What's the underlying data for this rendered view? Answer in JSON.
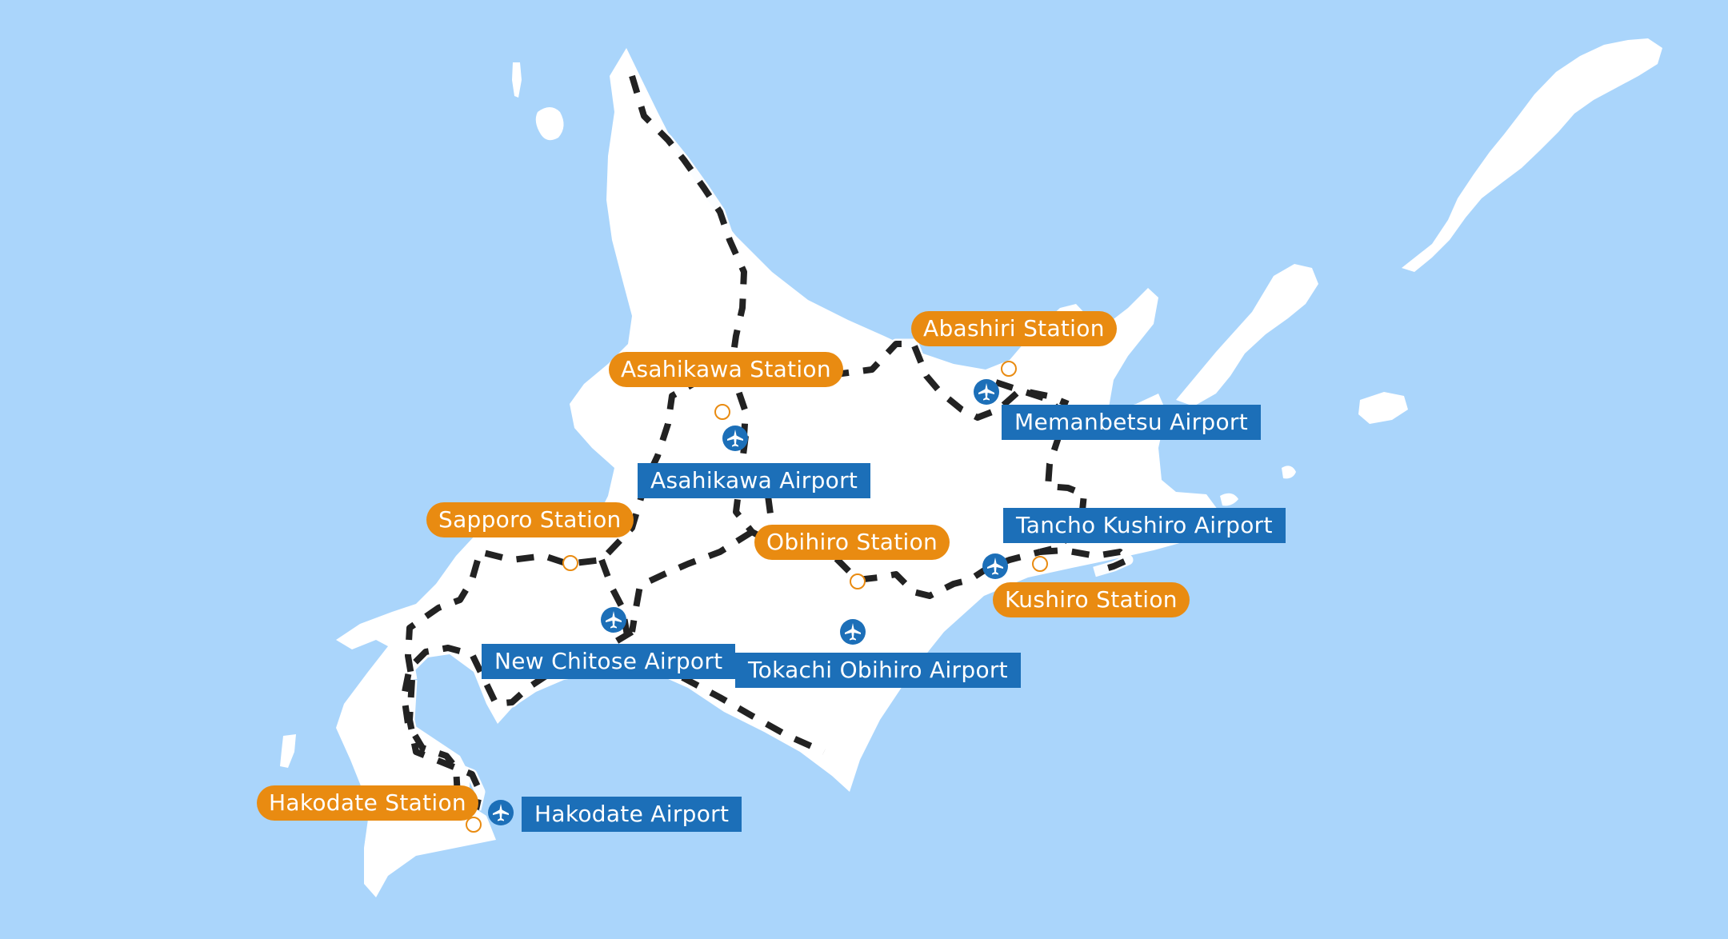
{
  "map": {
    "colors": {
      "sea": "#aad5fb",
      "land": "#ffffff",
      "station": "#e98b11",
      "airport": "#1c6fb8",
      "rail_dark": "#222222"
    },
    "stations": [
      {
        "id": "abashiri",
        "label": "Abashiri Station"
      },
      {
        "id": "asahikawa",
        "label": "Asahikawa Station"
      },
      {
        "id": "sapporo",
        "label": "Sapporo Station"
      },
      {
        "id": "obihiro",
        "label": "Obihiro Station"
      },
      {
        "id": "kushiro",
        "label": "Kushiro Station"
      },
      {
        "id": "hakodate",
        "label": "Hakodate Station"
      }
    ],
    "airports": [
      {
        "id": "memanbetsu",
        "label": "Memanbetsu Airport",
        "icon": "airplane-icon"
      },
      {
        "id": "asahikawa",
        "label": "Asahikawa Airport",
        "icon": "airplane-icon"
      },
      {
        "id": "tancho-kushiro",
        "label": "Tancho Kushiro Airport",
        "icon": "airplane-icon"
      },
      {
        "id": "new-chitose",
        "label": "New Chitose Airport",
        "icon": "airplane-icon"
      },
      {
        "id": "tokachi-obihiro",
        "label": "Tokachi Obihiro Airport",
        "icon": "airplane-icon"
      },
      {
        "id": "hakodate",
        "label": "Hakodate Airport",
        "icon": "airplane-icon"
      }
    ]
  }
}
